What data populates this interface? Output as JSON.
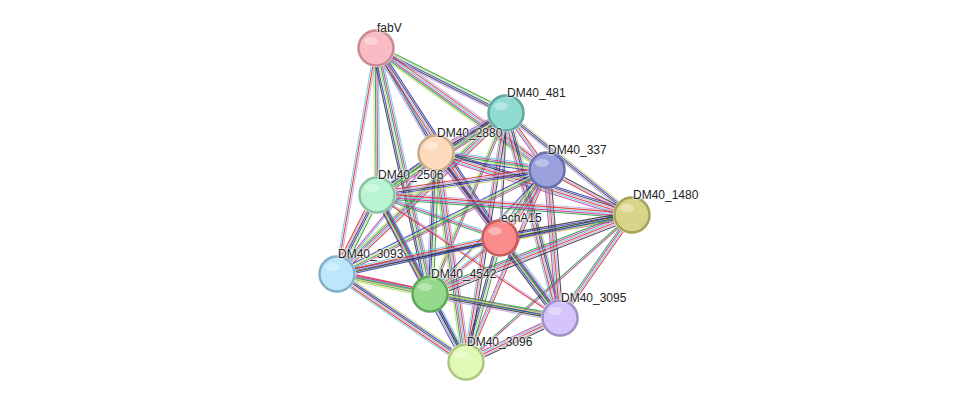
{
  "diagram": {
    "nodes": [
      {
        "text": [
          "fabV"
        ]
      },
      {
        "text": [
          "DM40_481"
        ]
      },
      {
        "text": [
          "DM40_2880"
        ]
      },
      {
        "text": [
          "DM40_337"
        ]
      },
      {
        "text": [
          "DM40_2506"
        ]
      },
      {
        "text": [
          "DM40_1480"
        ]
      },
      {
        "text": [
          "echA15"
        ]
      },
      {
        "text": [
          "DM40_3093"
        ]
      },
      {
        "text": [
          "DM40_4542"
        ]
      },
      {
        "text": [
          "DM40_3095"
        ]
      },
      {
        "text": [
          "DM40_3096"
        ]
      }
    ],
    "edges": [
      {
        "from": 0,
        "to": 1,
        "arrow": "none"
      },
      {
        "from": 0,
        "to": 2,
        "arrow": "none"
      },
      {
        "from": 0,
        "to": 3,
        "arrow": "none"
      },
      {
        "from": 0,
        "to": 4,
        "arrow": "none"
      },
      {
        "from": 0,
        "to": 6,
        "arrow": "none"
      },
      {
        "from": 0,
        "to": 7,
        "arrow": "none"
      },
      {
        "from": 0,
        "to": 8,
        "arrow": "none"
      },
      {
        "from": 1,
        "to": 2,
        "arrow": "none"
      },
      {
        "from": 1,
        "to": 3,
        "arrow": "none"
      },
      {
        "from": 1,
        "to": 4,
        "arrow": "none"
      },
      {
        "from": 1,
        "to": 5,
        "arrow": "none"
      },
      {
        "from": 1,
        "to": 6,
        "arrow": "none"
      },
      {
        "from": 1,
        "to": 7,
        "arrow": "none"
      },
      {
        "from": 1,
        "to": 8,
        "arrow": "none"
      },
      {
        "from": 1,
        "to": 9,
        "arrow": "none"
      },
      {
        "from": 1,
        "to": 10,
        "arrow": "none"
      },
      {
        "from": 2,
        "to": 3,
        "arrow": "none"
      },
      {
        "from": 2,
        "to": 4,
        "arrow": "none"
      },
      {
        "from": 2,
        "to": 5,
        "arrow": "none"
      },
      {
        "from": 2,
        "to": 6,
        "arrow": "none"
      },
      {
        "from": 2,
        "to": 7,
        "arrow": "none"
      },
      {
        "from": 2,
        "to": 8,
        "arrow": "none"
      },
      {
        "from": 2,
        "to": 9,
        "arrow": "none"
      },
      {
        "from": 2,
        "to": 10,
        "arrow": "none"
      },
      {
        "from": 3,
        "to": 4,
        "arrow": "none"
      },
      {
        "from": 3,
        "to": 5,
        "arrow": "none"
      },
      {
        "from": 3,
        "to": 6,
        "arrow": "none"
      },
      {
        "from": 3,
        "to": 7,
        "arrow": "none"
      },
      {
        "from": 3,
        "to": 8,
        "arrow": "none"
      },
      {
        "from": 3,
        "to": 9,
        "arrow": "none"
      },
      {
        "from": 3,
        "to": 10,
        "arrow": "none"
      },
      {
        "from": 4,
        "to": 5,
        "arrow": "none"
      },
      {
        "from": 4,
        "to": 6,
        "arrow": "none"
      },
      {
        "from": 4,
        "to": 7,
        "arrow": "none"
      },
      {
        "from": 4,
        "to": 8,
        "arrow": "none"
      },
      {
        "from": 4,
        "to": 9,
        "arrow": "none"
      },
      {
        "from": 4,
        "to": 10,
        "arrow": "none"
      },
      {
        "from": 5,
        "to": 6,
        "arrow": "none"
      },
      {
        "from": 5,
        "to": 7,
        "arrow": "none"
      },
      {
        "from": 5,
        "to": 8,
        "arrow": "none"
      },
      {
        "from": 5,
        "to": 9,
        "arrow": "none"
      },
      {
        "from": 5,
        "to": 10,
        "arrow": "none"
      },
      {
        "from": 6,
        "to": 7,
        "arrow": "none"
      },
      {
        "from": 6,
        "to": 8,
        "arrow": "none"
      },
      {
        "from": 6,
        "to": 9,
        "arrow": "none"
      },
      {
        "from": 6,
        "to": 10,
        "arrow": "none"
      },
      {
        "from": 7,
        "to": 8,
        "arrow": "none"
      },
      {
        "from": 7,
        "to": 9,
        "arrow": "none"
      },
      {
        "from": 7,
        "to": 10,
        "arrow": "none"
      },
      {
        "from": 8,
        "to": 9,
        "arrow": "none"
      },
      {
        "from": 8,
        "to": 10,
        "arrow": "none"
      },
      {
        "from": 9,
        "to": 10,
        "arrow": "none"
      }
    ]
  }
}
